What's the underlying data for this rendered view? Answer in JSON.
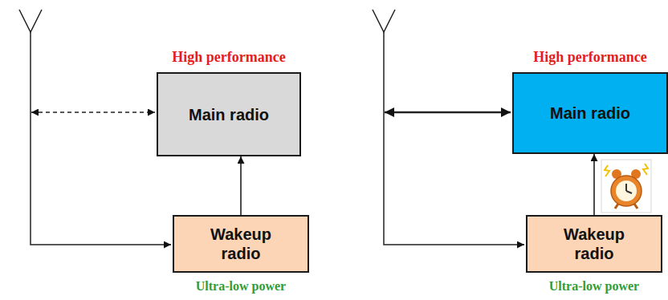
{
  "diagram": {
    "nodes": [
      {
        "text": [
          "High performance",
          "Main radio"
        ]
      },
      {
        "text": [
          "Wakeup radio",
          "Ultra-low power"
        ]
      },
      {
        "text": [
          "High performance",
          "Main radio"
        ]
      },
      {
        "text": [
          "Wakeup radio",
          "Ultra-low power"
        ]
      }
    ],
    "edges": [
      {
        "from": 1,
        "to": 0,
        "arrow": "to"
      },
      {
        "from": 3,
        "to": 2,
        "arrow": "to"
      }
    ]
  }
}
